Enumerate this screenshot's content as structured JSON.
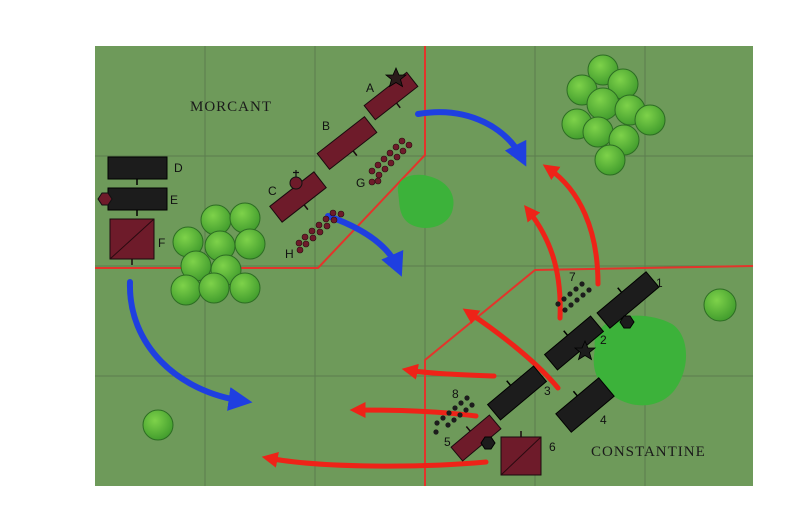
{
  "map": {
    "armies": {
      "north": "MORCANT",
      "south": "CONSTANTINE"
    },
    "morcant_units": [
      "A",
      "B",
      "C",
      "D",
      "E",
      "F",
      "G",
      "H"
    ],
    "constantine_units": [
      "1",
      "2",
      "3",
      "4",
      "5",
      "6",
      "7",
      "8"
    ],
    "colors": {
      "field": "#6e9a5a",
      "grid": "#55704a",
      "boundary": "#e3342b",
      "woods": "#3e9a32",
      "hill": "#3cb23a",
      "morcant_unit": "#6e1b2a",
      "constantine_unit": "#1c1c1c",
      "morcant_arrow": "#1f3fe0",
      "constantine_arrow": "#ee2318"
    }
  }
}
